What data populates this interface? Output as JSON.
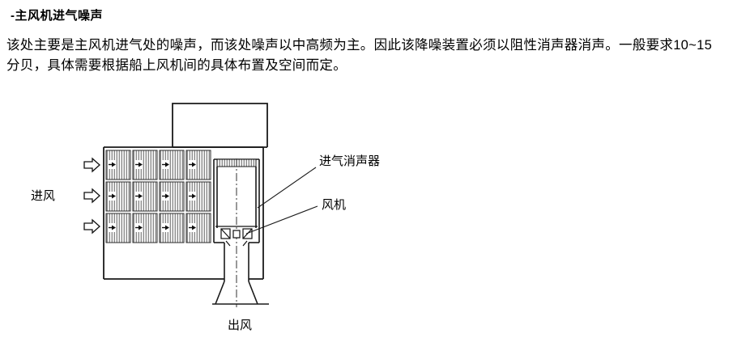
{
  "document": {
    "title": "-主风机进气噪声",
    "body": "该处主要是主风机进气处的噪声，而该处噪声以中高频为主。因此该降噪装置必须以阻性消声器消声。一般要求10~15分贝，具体需要根据船上风机间的具体布置及空间而定。"
  },
  "figure": {
    "labels": {
      "inlet": "进风",
      "outlet": "出风",
      "silencer": "进气消声器",
      "fan": "风机"
    },
    "colors": {
      "line": "#1a1a1a",
      "hatch": "#555555"
    }
  }
}
